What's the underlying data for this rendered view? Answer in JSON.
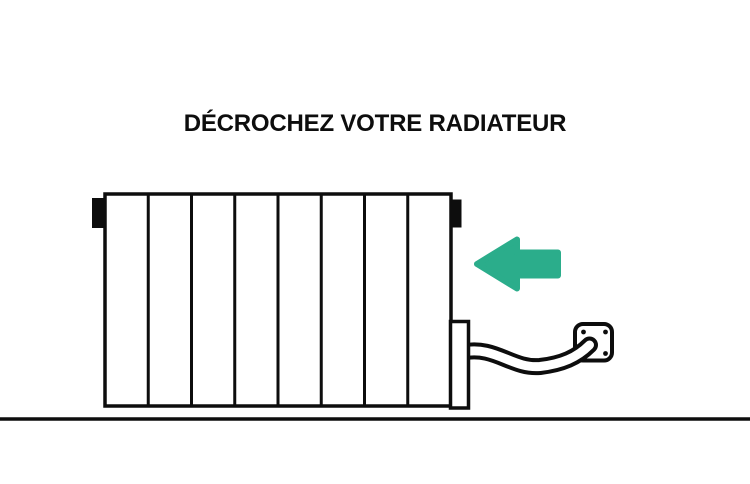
{
  "title": "DÉCROCHEZ VOTRE RADIATEUR",
  "colors": {
    "ink": "#0d0d0d",
    "accent_green": "#2BAD8B",
    "background": "#ffffff"
  },
  "diagram": {
    "radiator": {
      "name": "electric radiator",
      "sections": 8,
      "wall_brackets": 2
    },
    "arrow": {
      "direction": "left",
      "meaning": "pull radiator off its wall brackets"
    },
    "wall_outlet": {
      "shape": "rounded square junction box",
      "screws": 4
    },
    "cable": {
      "shape": "s-curve from radiator side module into outlet box"
    },
    "floor": {
      "shape": "full-width horizontal ground line"
    }
  }
}
